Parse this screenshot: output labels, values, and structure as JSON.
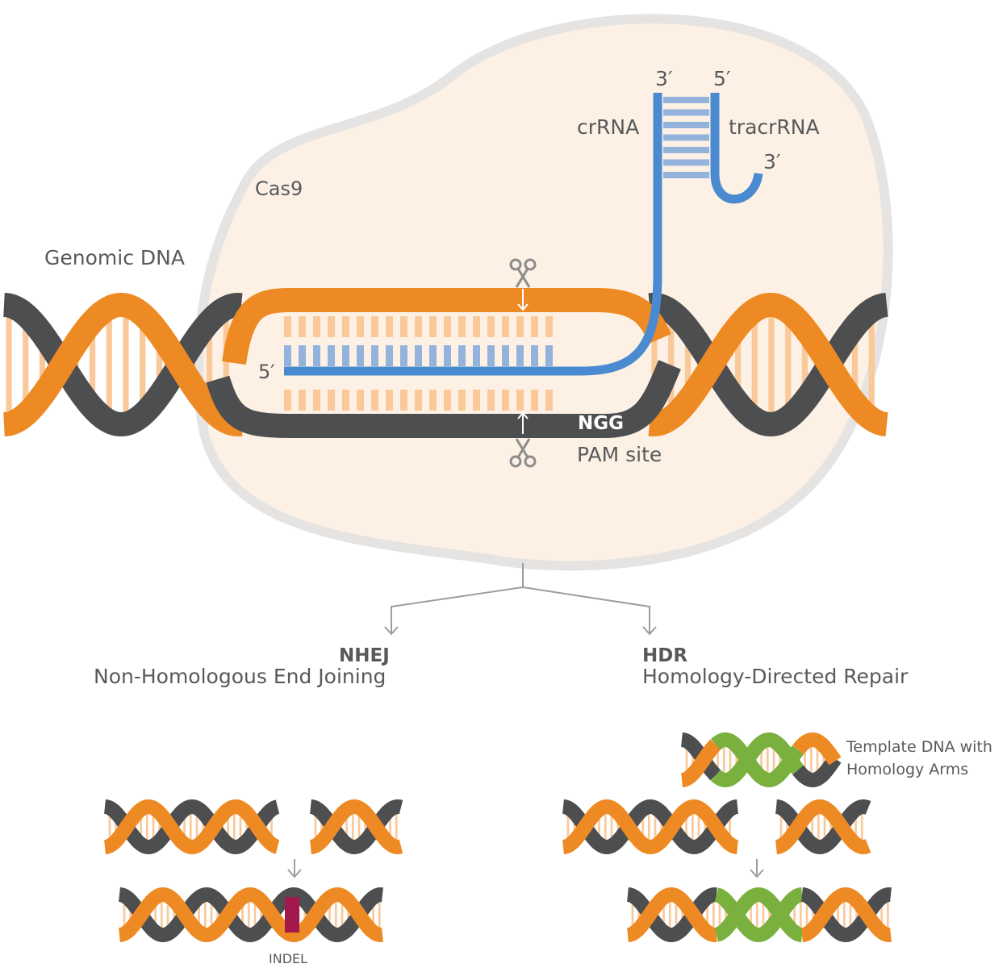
{
  "colors": {
    "orange": "#ee8a23",
    "dark": "#4d4e50",
    "bar": "#f9c99a",
    "rna": "#4a8ad0",
    "rna_bar": "#93b3dc",
    "cas9_fill": "#fdf1e5",
    "cas9_outline": "#e6e4e2",
    "green": "#7ab03e",
    "indel": "#a3184d",
    "arrow": "#9d9d9d"
  },
  "labels": {
    "genomic_dna": "Genomic DNA",
    "cas9": "Cas9",
    "crrna": "crRNA",
    "tracrrna": "tracrRNA",
    "crrna_3prime": "3′",
    "tracrrna_5prime": "5′",
    "tracrrna_3prime": "3′",
    "guide_5prime": "5′",
    "ngg": "NGG",
    "pam_site": "PAM site"
  },
  "pathways": {
    "nhej": {
      "abbr": "NHEJ",
      "name": "Non-Homologous End Joining",
      "indel": "INDEL"
    },
    "hdr": {
      "abbr": "HDR",
      "name": "Homology-Directed Repair",
      "template": "Template DNA with",
      "template2": "Homology Arms"
    }
  }
}
